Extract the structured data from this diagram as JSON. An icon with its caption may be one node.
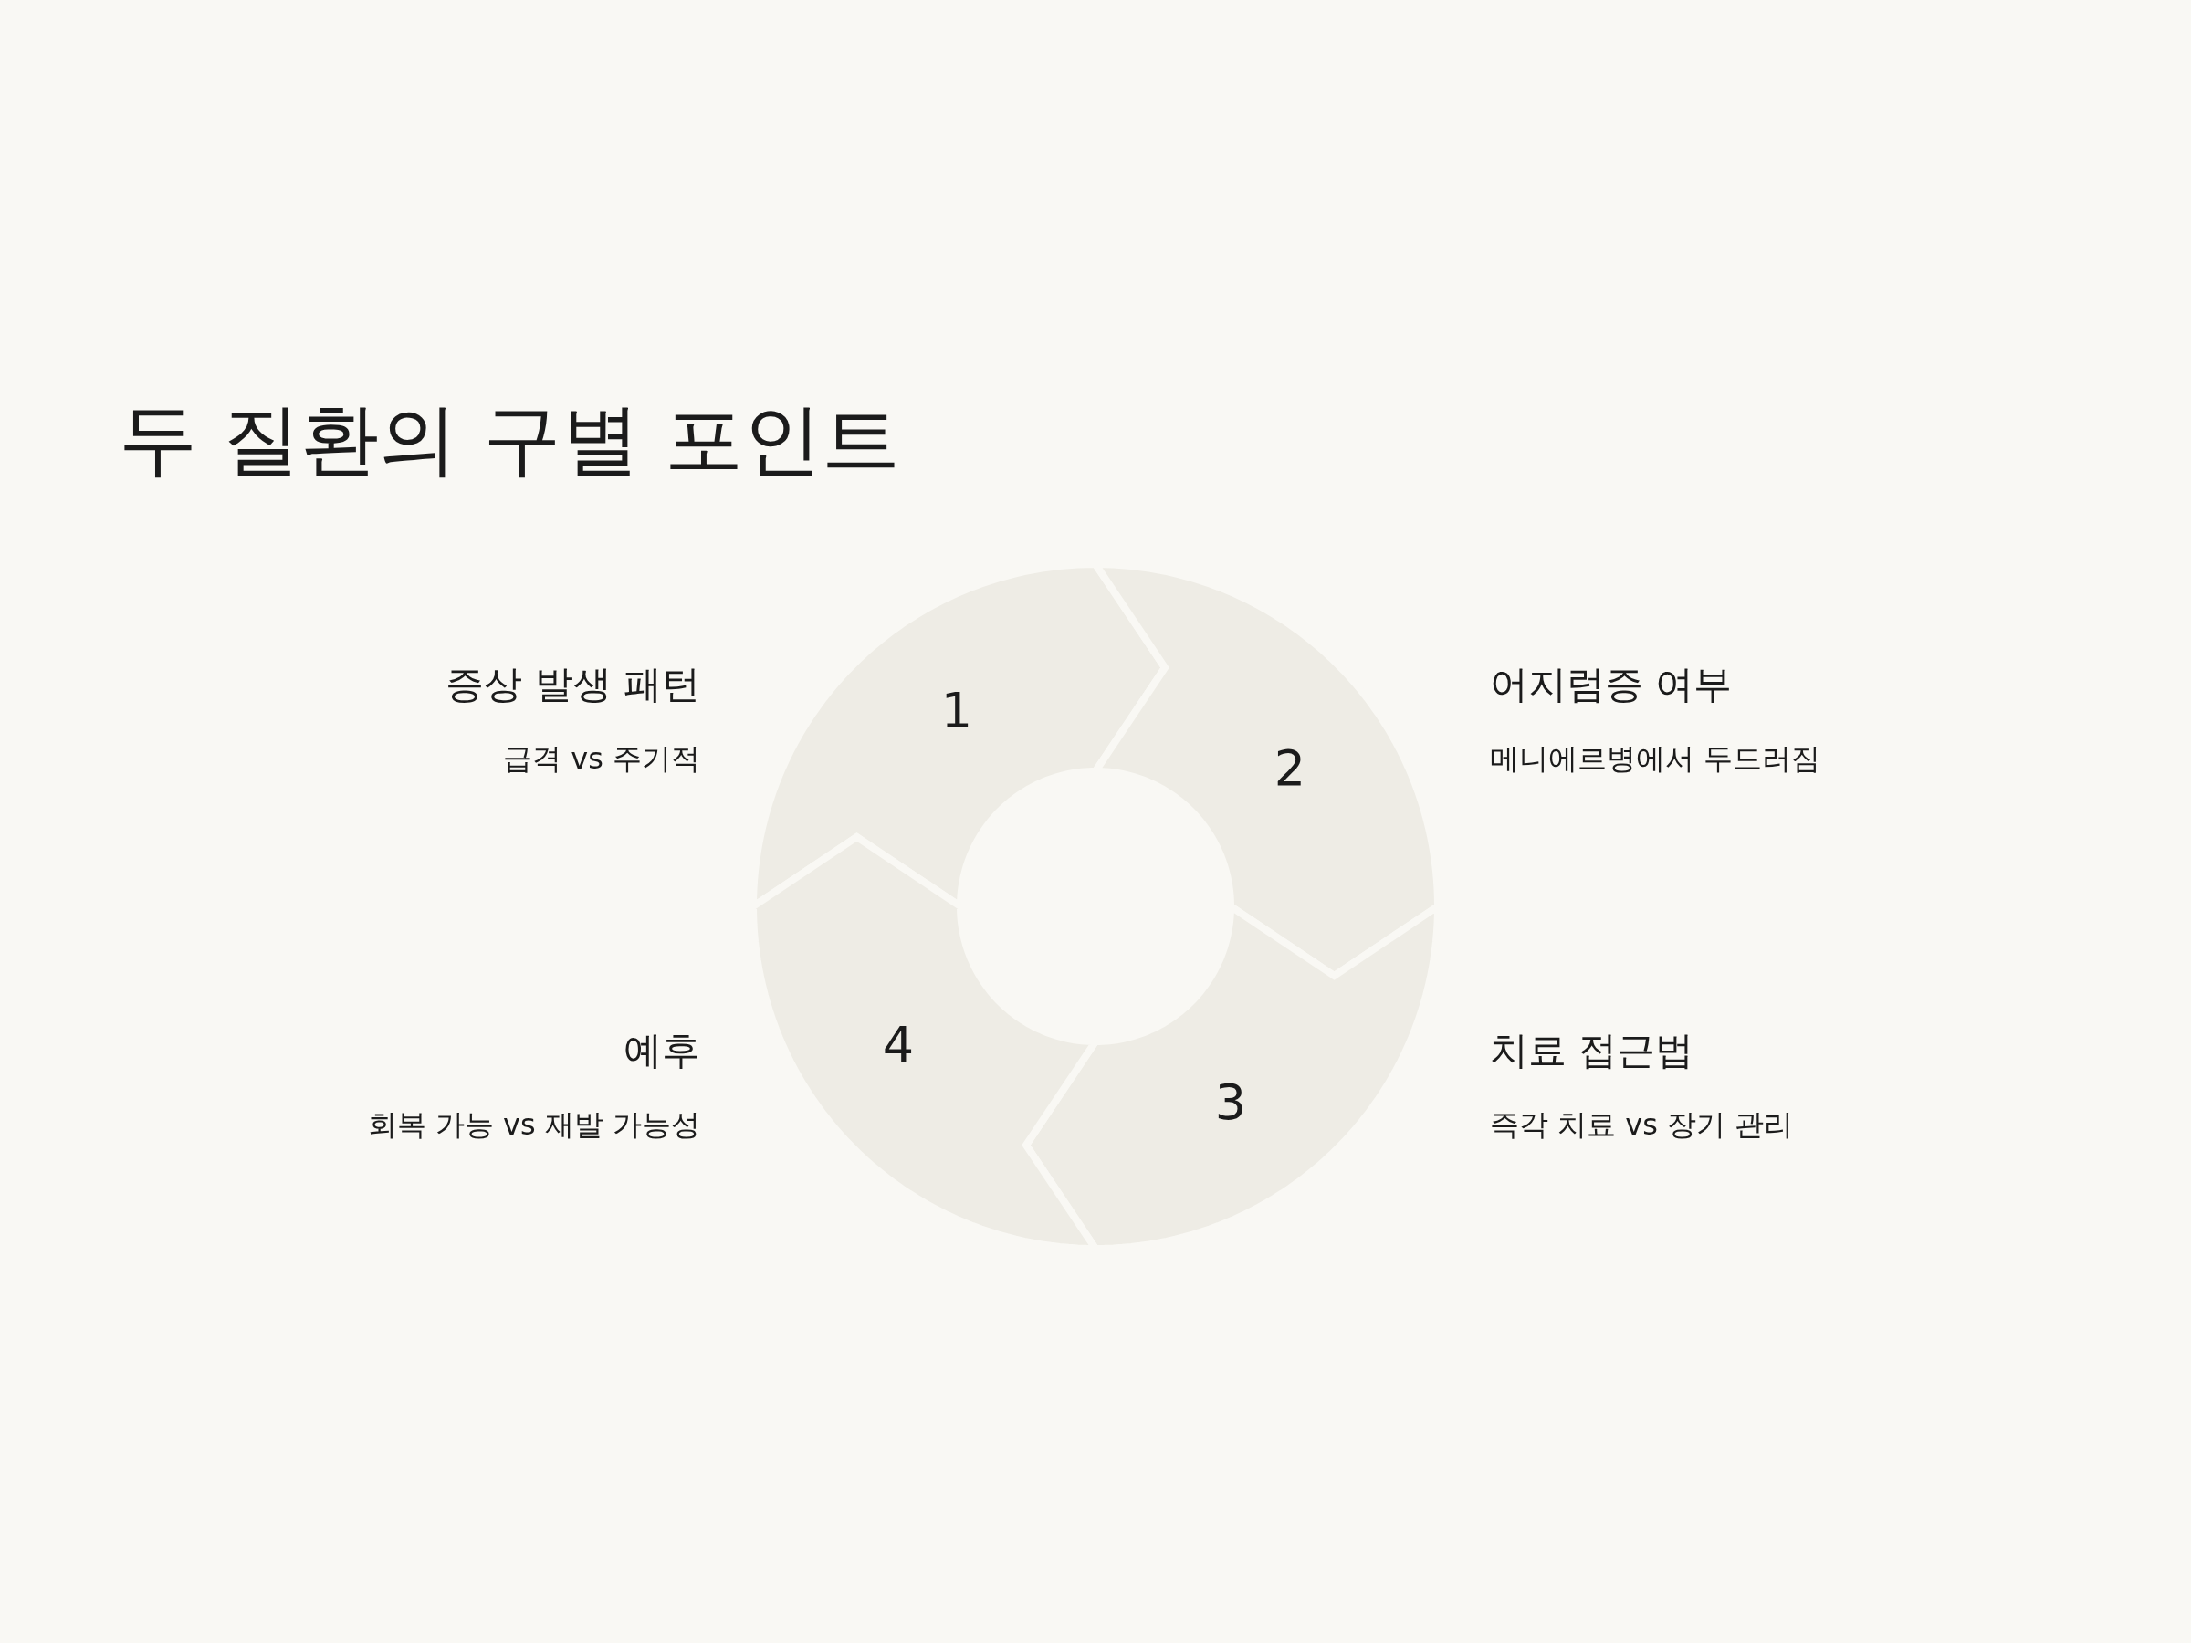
{
  "diagram": {
    "title": "두 질환의 구별 포인트",
    "nodes": [
      {
        "text": [
          "1"
        ],
        "beside": [
          "증상 발생 패턴",
          "급격 vs 주기적"
        ]
      },
      {
        "text": [
          "2"
        ],
        "beside": [
          "어지럼증 여부",
          "메니에르병에서 두드러짐"
        ]
      },
      {
        "text": [
          "3"
        ],
        "beside": [
          "치료 접근법",
          "즉각 치료 vs 장기 관리"
        ]
      },
      {
        "text": [
          "4"
        ],
        "beside": [
          "예후",
          "회복 가능 vs 재발 가능성"
        ]
      }
    ]
  }
}
